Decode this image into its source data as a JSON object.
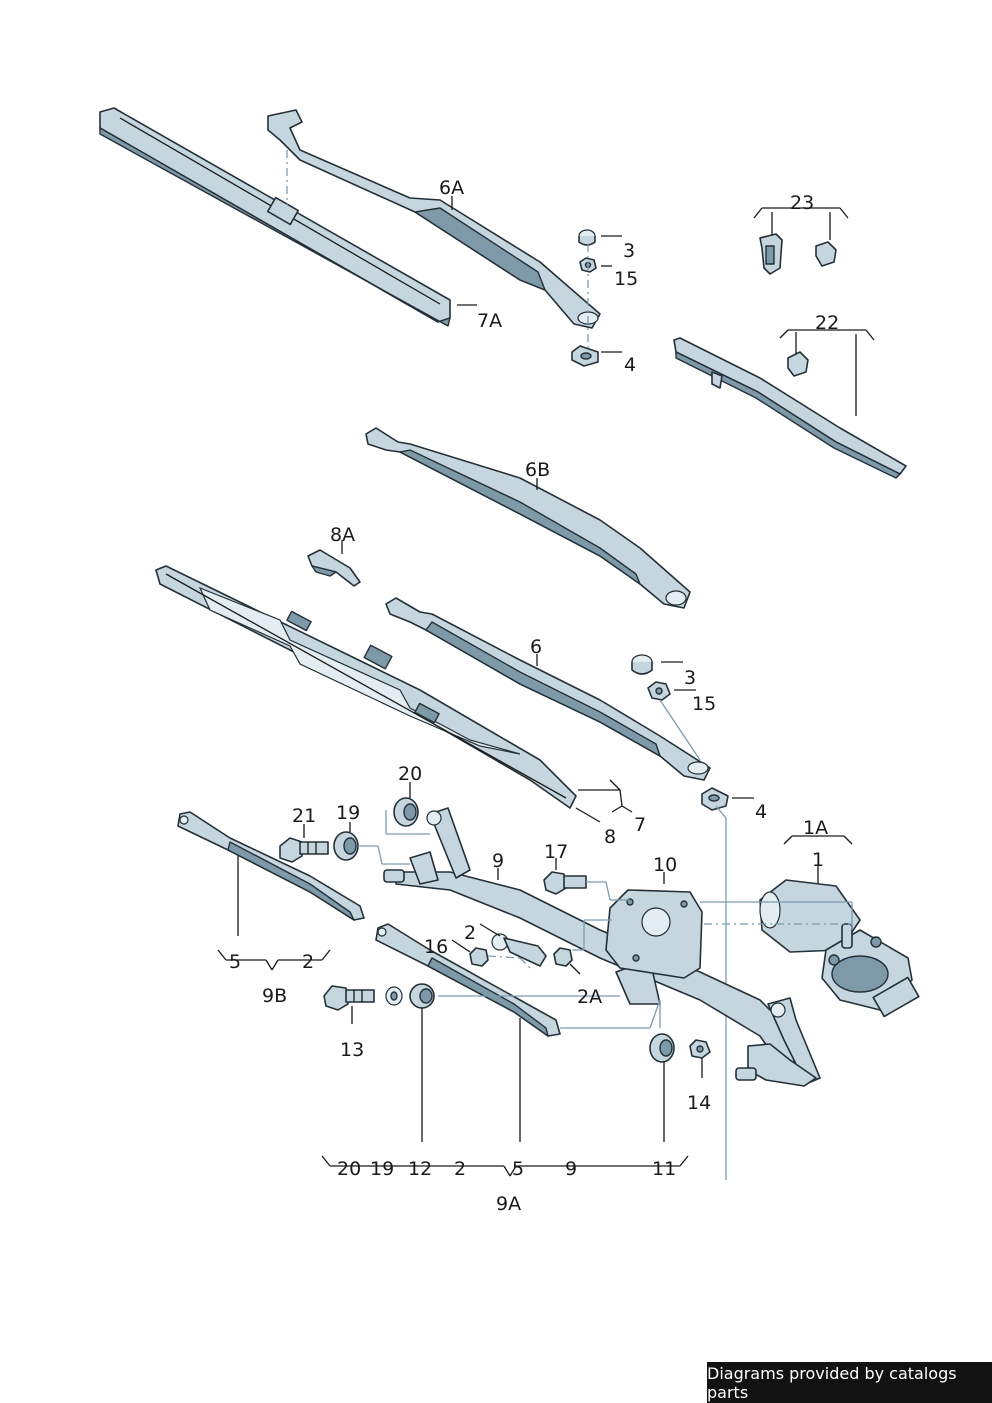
{
  "labels": {
    "l6A": "6A",
    "l7A": "7A",
    "l3a": "3",
    "l15a": "15",
    "l4a": "4",
    "l23": "23",
    "l22": "22",
    "l6B": "6B",
    "l8A": "8A",
    "l6": "6",
    "l3b": "3",
    "l15b": "15",
    "l4b": "4",
    "l7": "7",
    "l8": "8",
    "l20": "20",
    "l21": "21",
    "l19": "19",
    "l9": "9",
    "l17": "17",
    "l10": "10",
    "l1A": "1A",
    "l1": "1",
    "l2a": "2",
    "l16": "16",
    "l2A": "2A",
    "l5a": "5",
    "l2b": "2",
    "l9B": "9B",
    "l13": "13",
    "l14": "14",
    "g20": "20",
    "g19": "19",
    "g12": "12",
    "g2": "2",
    "g5": "5",
    "g9": "9",
    "g11": "11",
    "l9A": "9A"
  },
  "footer": {
    "text": "Diagrams provided by catalogs parts"
  }
}
